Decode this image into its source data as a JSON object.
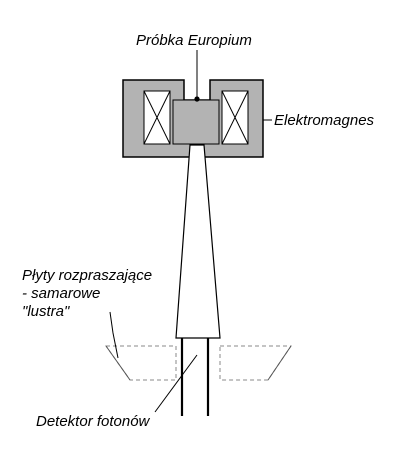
{
  "labels": {
    "sample": "Próbka Europium",
    "electromagnet": "Elektromagnes",
    "plates_line1": "Płyty rozpraszające",
    "plates_line2": "- samarowe",
    "plates_line3": "\"lustra\"",
    "detector": "Detektor fotonów"
  },
  "colors": {
    "background": "#ffffff",
    "magnet_fill": "#b3b3b3",
    "core_fill": "#b3b3b3",
    "coil_fill": "#ffffff",
    "outline": "#000000",
    "dashed": "#8a8a8a"
  }
}
